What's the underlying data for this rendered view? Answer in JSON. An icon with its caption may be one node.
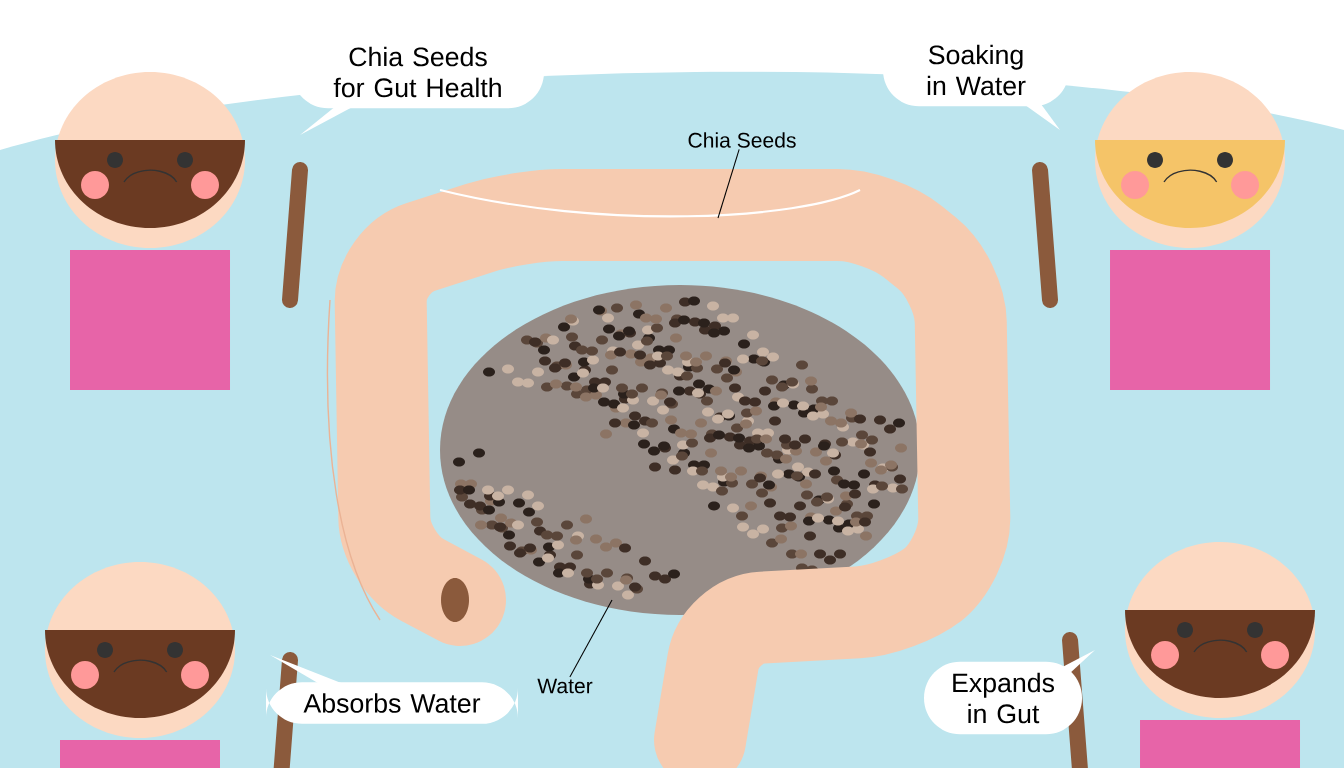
{
  "diagram": {
    "nodes": [
      {
        "text": [
          "Chia Seeds for Gut Health"
        ]
      },
      {
        "text": [
          "Soaking in Water"
        ]
      },
      {
        "text": [
          "Absorbs Water"
        ]
      },
      {
        "text": [
          "Expands in Gut"
        ]
      },
      {
        "text": [
          "Chia Seeds"
        ]
      },
      {
        "text": [
          "Water"
        ]
      }
    ],
    "edges": [
      {
        "from": 4,
        "to": null,
        "arrow": "none"
      },
      {
        "from": 5,
        "to": null,
        "arrow": "none"
      }
    ]
  }
}
